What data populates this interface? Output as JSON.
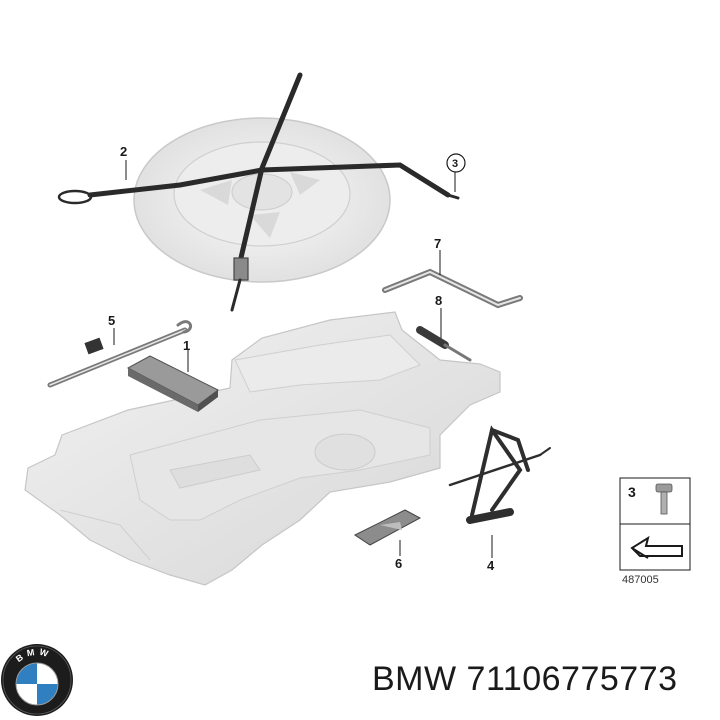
{
  "callouts": [
    {
      "id": "1",
      "label": "1"
    },
    {
      "id": "2",
      "label": "2"
    },
    {
      "id": "3",
      "label": "3"
    },
    {
      "id": "4",
      "label": "4"
    },
    {
      "id": "5",
      "label": "5"
    },
    {
      "id": "6",
      "label": "6"
    },
    {
      "id": "7",
      "label": "7"
    },
    {
      "id": "8",
      "label": "8"
    }
  ],
  "legend": {
    "number": "3",
    "code": "487005"
  },
  "brand": {
    "logo_text": "BMW",
    "part_text": "BMW 71106775773"
  }
}
